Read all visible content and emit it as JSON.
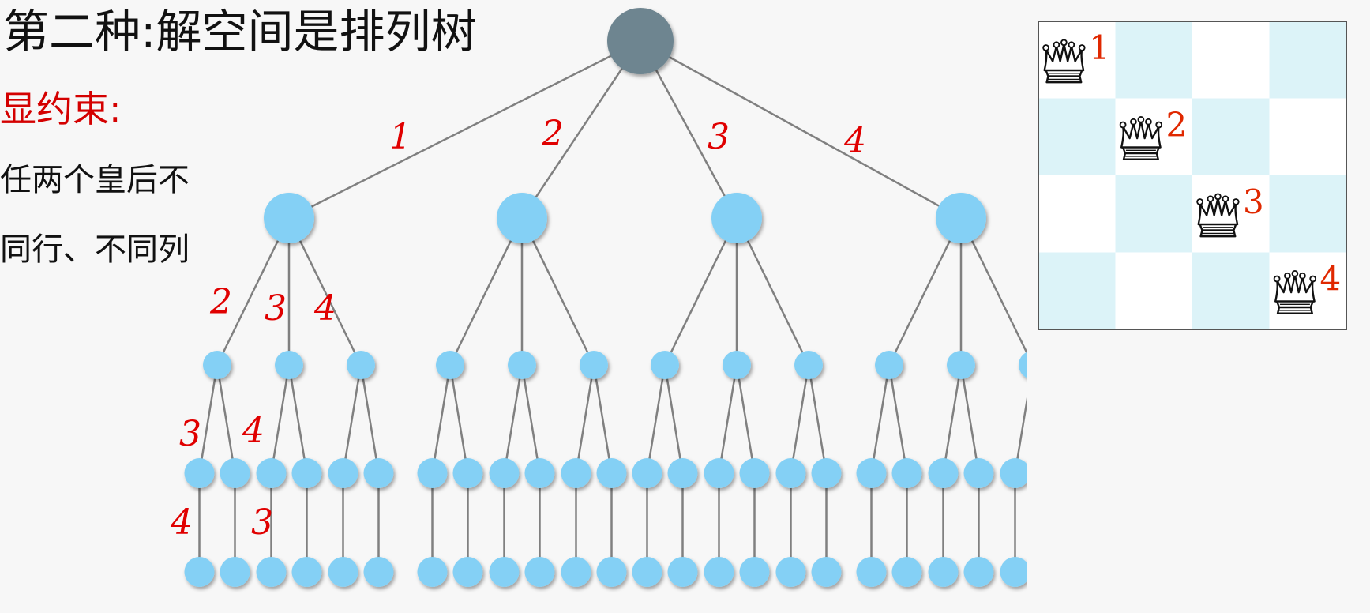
{
  "title": "第二种:解空间是排列树",
  "constraint": {
    "heading": "显约束:",
    "lines": [
      "任两个皇后不",
      "同行、不同列"
    ]
  },
  "tree": {
    "levels": 5,
    "branching": [
      4,
      3,
      2,
      1
    ],
    "edge_labels": {
      "root_branches": [
        "1",
        "2",
        "3",
        "4"
      ],
      "first_subtree_level2": [
        "2",
        "3",
        "4"
      ],
      "first_subtree_level3": [
        "3",
        "4"
      ],
      "first_subtree_level4": [
        "4",
        "3"
      ]
    },
    "colors": {
      "root": "#6e8590",
      "node": "#84d0f5",
      "edge": "#808080",
      "label": "#e00000"
    }
  },
  "board": {
    "size": 4,
    "queen_columns": [
      1,
      2,
      3,
      4
    ],
    "queen_labels": [
      "1",
      "2",
      "3",
      "4"
    ],
    "queen_icon": "queen-chess-icon",
    "colors": {
      "light": "#ffffff",
      "dark": "#dcf3f8",
      "border": "#555555"
    }
  }
}
